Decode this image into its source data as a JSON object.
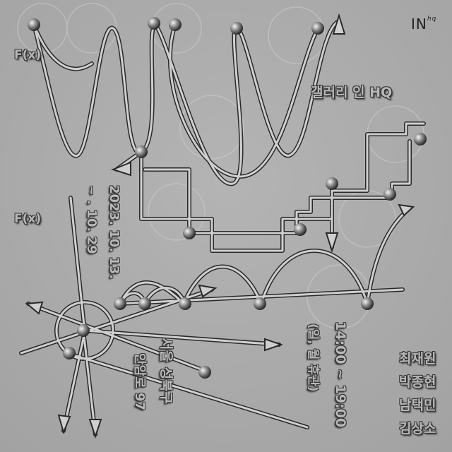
{
  "logo": {
    "main": "IN",
    "sup": "hq"
  },
  "labels": {
    "fx_top": "F(x)",
    "fx_mid": "F(x)",
    "venue": "갤러리 인 HQ",
    "date_start": "2023. 10. 13.",
    "date_end": "~ . 10. 29",
    "hours": "14:00 ~ 19:00",
    "closed": "(일, 월 휴관)",
    "address_1": "서울 성북구",
    "address_2": "안암로 97"
  },
  "artists": [
    "최재원",
    "박종현",
    "남택민",
    "김상소"
  ],
  "colors": {
    "background": "#a9a9a9",
    "line": "#cfcfcf",
    "shadow": "#2a2a2a"
  }
}
